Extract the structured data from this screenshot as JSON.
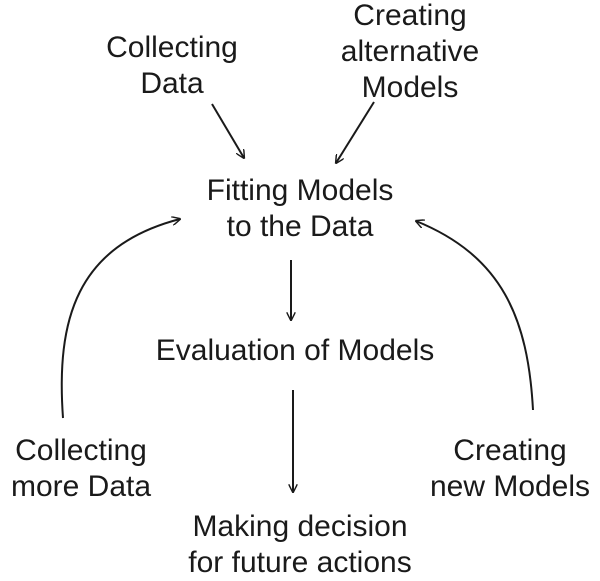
{
  "nodes": {
    "collecting_data": [
      "Collecting",
      "Data"
    ],
    "creating_alternative_models": [
      "Creating",
      "alternative",
      "Models"
    ],
    "fitting_models": [
      "Fitting Models",
      "to the Data"
    ],
    "evaluation": [
      "Evaluation of Models"
    ],
    "collecting_more_data": [
      "Collecting",
      "more Data"
    ],
    "creating_new_models": [
      "Creating",
      "new Models"
    ],
    "making_decision": [
      "Making decision",
      "for future actions"
    ]
  },
  "colors": {
    "ink": "#1a1a1a",
    "background": "#ffffff"
  }
}
